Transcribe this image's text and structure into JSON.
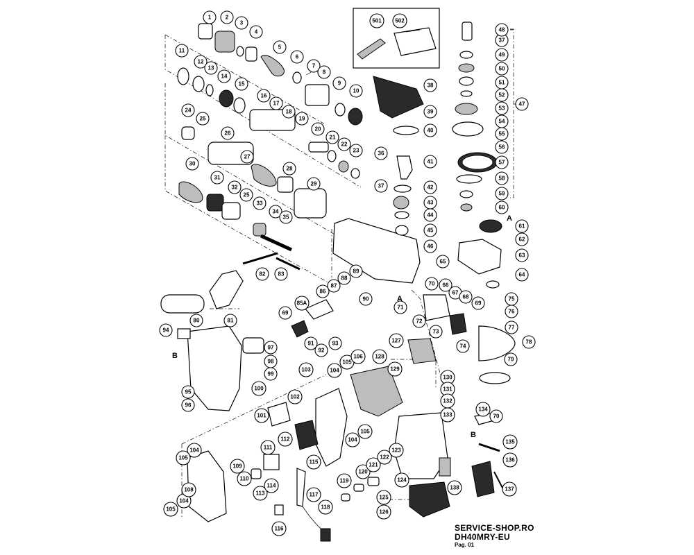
{
  "footer": {
    "site": "SERVICE-SHOP.RO",
    "model": "DH40MRY-EU",
    "page": "Pag. 01"
  },
  "letters": [
    "A",
    "A",
    "B",
    "B"
  ],
  "parts": [
    {
      "id": "p1",
      "label": "1"
    },
    {
      "id": "p2",
      "label": "2"
    },
    {
      "id": "p3",
      "label": "3"
    },
    {
      "id": "p4",
      "label": "4"
    },
    {
      "id": "p5",
      "label": "5"
    },
    {
      "id": "p6",
      "label": "6"
    },
    {
      "id": "p7",
      "label": "7"
    },
    {
      "id": "p8",
      "label": "8"
    },
    {
      "id": "p9",
      "label": "9"
    },
    {
      "id": "p10",
      "label": "10"
    },
    {
      "id": "p11",
      "label": "11"
    },
    {
      "id": "p12",
      "label": "12"
    },
    {
      "id": "p13",
      "label": "13"
    },
    {
      "id": "p14",
      "label": "14"
    },
    {
      "id": "p15",
      "label": "15"
    },
    {
      "id": "p16",
      "label": "16"
    },
    {
      "id": "p17",
      "label": "17"
    },
    {
      "id": "p18",
      "label": "18"
    },
    {
      "id": "p19",
      "label": "19"
    },
    {
      "id": "p20",
      "label": "20"
    },
    {
      "id": "p21",
      "label": "21"
    },
    {
      "id": "p22",
      "label": "22"
    },
    {
      "id": "p23",
      "label": "23"
    },
    {
      "id": "p24",
      "label": "24"
    },
    {
      "id": "p25a",
      "label": "25"
    },
    {
      "id": "p25b",
      "label": "25"
    },
    {
      "id": "p26",
      "label": "26"
    },
    {
      "id": "p27",
      "label": "27"
    },
    {
      "id": "p28",
      "label": "28"
    },
    {
      "id": "p29",
      "label": "29"
    },
    {
      "id": "p30",
      "label": "30"
    },
    {
      "id": "p31",
      "label": "31"
    },
    {
      "id": "p32",
      "label": "32"
    },
    {
      "id": "p33",
      "label": "33"
    },
    {
      "id": "p34",
      "label": "34"
    },
    {
      "id": "p35",
      "label": "35"
    },
    {
      "id": "p36",
      "label": "36"
    },
    {
      "id": "p37a",
      "label": "37"
    },
    {
      "id": "p37b",
      "label": "37"
    },
    {
      "id": "p38",
      "label": "38"
    },
    {
      "id": "p39",
      "label": "39"
    },
    {
      "id": "p40",
      "label": "40"
    },
    {
      "id": "p41",
      "label": "41"
    },
    {
      "id": "p42",
      "label": "42"
    },
    {
      "id": "p43",
      "label": "43"
    },
    {
      "id": "p44",
      "label": "44"
    },
    {
      "id": "p45",
      "label": "45"
    },
    {
      "id": "p46",
      "label": "46"
    },
    {
      "id": "p47",
      "label": "47"
    },
    {
      "id": "p48",
      "label": "48"
    },
    {
      "id": "p49",
      "label": "49"
    },
    {
      "id": "p50",
      "label": "50"
    },
    {
      "id": "p51",
      "label": "51"
    },
    {
      "id": "p52",
      "label": "52"
    },
    {
      "id": "p53",
      "label": "53"
    },
    {
      "id": "p54",
      "label": "54"
    },
    {
      "id": "p55",
      "label": "55"
    },
    {
      "id": "p56",
      "label": "56"
    },
    {
      "id": "p57",
      "label": "57"
    },
    {
      "id": "p58",
      "label": "58"
    },
    {
      "id": "p59",
      "label": "59"
    },
    {
      "id": "p60",
      "label": "60"
    },
    {
      "id": "p61",
      "label": "61"
    },
    {
      "id": "p62",
      "label": "62"
    },
    {
      "id": "p63",
      "label": "63"
    },
    {
      "id": "p64",
      "label": "64"
    },
    {
      "id": "p65",
      "label": "65"
    },
    {
      "id": "p66",
      "label": "66"
    },
    {
      "id": "p67",
      "label": "67"
    },
    {
      "id": "p68",
      "label": "68"
    },
    {
      "id": "p69a",
      "label": "69"
    },
    {
      "id": "p69b",
      "label": "69"
    },
    {
      "id": "p70a",
      "label": "70"
    },
    {
      "id": "p70b",
      "label": "70"
    },
    {
      "id": "p71",
      "label": "71"
    },
    {
      "id": "p72",
      "label": "72"
    },
    {
      "id": "p73",
      "label": "73"
    },
    {
      "id": "p74",
      "label": "74"
    },
    {
      "id": "p75",
      "label": "75"
    },
    {
      "id": "p76",
      "label": "76"
    },
    {
      "id": "p77",
      "label": "77"
    },
    {
      "id": "p78",
      "label": "78"
    },
    {
      "id": "p79",
      "label": "79"
    },
    {
      "id": "p80",
      "label": "80"
    },
    {
      "id": "p81",
      "label": "81"
    },
    {
      "id": "p82",
      "label": "82"
    },
    {
      "id": "p83",
      "label": "83"
    },
    {
      "id": "p85a",
      "label": "85A"
    },
    {
      "id": "p86",
      "label": "86"
    },
    {
      "id": "p87",
      "label": "87"
    },
    {
      "id": "p88",
      "label": "88"
    },
    {
      "id": "p89",
      "label": "89"
    },
    {
      "id": "p90",
      "label": "90"
    },
    {
      "id": "p91",
      "label": "91"
    },
    {
      "id": "p92",
      "label": "92"
    },
    {
      "id": "p93",
      "label": "93"
    },
    {
      "id": "p94",
      "label": "94"
    },
    {
      "id": "p95",
      "label": "95"
    },
    {
      "id": "p96",
      "label": "96"
    },
    {
      "id": "p97",
      "label": "97"
    },
    {
      "id": "p98",
      "label": "98"
    },
    {
      "id": "p99",
      "label": "99"
    },
    {
      "id": "p100",
      "label": "100"
    },
    {
      "id": "p101",
      "label": "101"
    },
    {
      "id": "p102",
      "label": "102"
    },
    {
      "id": "p103",
      "label": "103"
    },
    {
      "id": "p104a",
      "label": "104"
    },
    {
      "id": "p104b",
      "label": "104"
    },
    {
      "id": "p104c",
      "label": "104"
    },
    {
      "id": "p104d",
      "label": "104"
    },
    {
      "id": "p105a",
      "label": "105"
    },
    {
      "id": "p105b",
      "label": "105"
    },
    {
      "id": "p105c",
      "label": "105"
    },
    {
      "id": "p105d",
      "label": "105"
    },
    {
      "id": "p106",
      "label": "106"
    },
    {
      "id": "p108",
      "label": "108"
    },
    {
      "id": "p109",
      "label": "109"
    },
    {
      "id": "p110",
      "label": "110"
    },
    {
      "id": "p111",
      "label": "111"
    },
    {
      "id": "p112",
      "label": "112"
    },
    {
      "id": "p113",
      "label": "113"
    },
    {
      "id": "p114",
      "label": "114"
    },
    {
      "id": "p115",
      "label": "115"
    },
    {
      "id": "p116",
      "label": "116"
    },
    {
      "id": "p117",
      "label": "117"
    },
    {
      "id": "p118",
      "label": "118"
    },
    {
      "id": "p119",
      "label": "119"
    },
    {
      "id": "p120",
      "label": "120"
    },
    {
      "id": "p121",
      "label": "121"
    },
    {
      "id": "p122",
      "label": "122"
    },
    {
      "id": "p123",
      "label": "123"
    },
    {
      "id": "p124",
      "label": "124"
    },
    {
      "id": "p125",
      "label": "125"
    },
    {
      "id": "p126",
      "label": "126"
    },
    {
      "id": "p127",
      "label": "127"
    },
    {
      "id": "p128",
      "label": "128"
    },
    {
      "id": "p129",
      "label": "129"
    },
    {
      "id": "p130",
      "label": "130"
    },
    {
      "id": "p131",
      "label": "131"
    },
    {
      "id": "p132",
      "label": "132"
    },
    {
      "id": "p133",
      "label": "133"
    },
    {
      "id": "p134",
      "label": "134"
    },
    {
      "id": "p135",
      "label": "135"
    },
    {
      "id": "p136",
      "label": "136"
    },
    {
      "id": "p137",
      "label": "137"
    },
    {
      "id": "p138",
      "label": "138"
    },
    {
      "id": "p501",
      "label": "501"
    },
    {
      "id": "p502",
      "label": "502"
    }
  ]
}
